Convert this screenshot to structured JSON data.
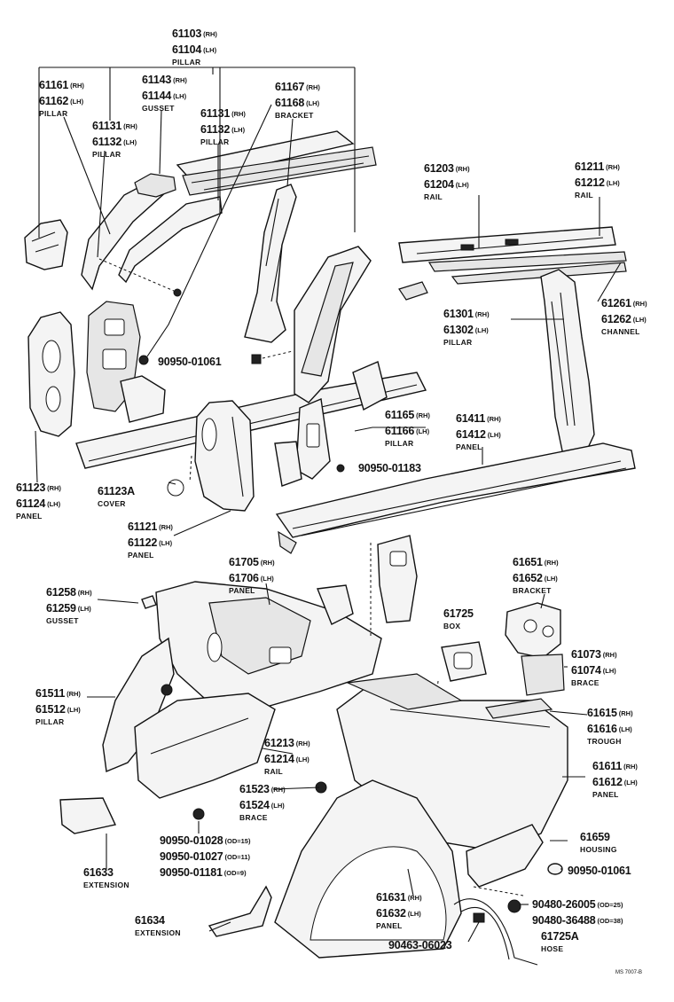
{
  "labels": [
    {
      "id": "p61103",
      "lines": [
        {
          "num": "61103",
          "side": "(RH)"
        },
        {
          "num": "61104",
          "side": "(LH)"
        }
      ],
      "name": "PILLAR"
    },
    {
      "id": "p61161",
      "lines": [
        {
          "num": "61161",
          "side": "(RH)"
        },
        {
          "num": "61162",
          "side": "(LH)"
        }
      ],
      "name": "PILLAR"
    },
    {
      "id": "p61143",
      "lines": [
        {
          "num": "61143",
          "side": "(RH)"
        },
        {
          "num": "61144",
          "side": "(LH)"
        }
      ],
      "name": "GUSSET"
    },
    {
      "id": "p61167",
      "lines": [
        {
          "num": "61167",
          "side": "(RH)"
        },
        {
          "num": "61168",
          "side": "(LH)"
        }
      ],
      "name": "BRACKET"
    },
    {
      "id": "p61131a",
      "lines": [
        {
          "num": "61131",
          "side": "(RH)"
        },
        {
          "num": "61132",
          "side": "(LH)"
        }
      ],
      "name": "PILLAR"
    },
    {
      "id": "p61131b",
      "lines": [
        {
          "num": "61131",
          "side": "(RH)"
        },
        {
          "num": "61132",
          "side": "(LH)"
        }
      ],
      "name": "PILLAR"
    },
    {
      "id": "p61203",
      "lines": [
        {
          "num": "61203",
          "side": "(RH)"
        },
        {
          "num": "61204",
          "side": "(LH)"
        }
      ],
      "name": "RAIL"
    },
    {
      "id": "p61211",
      "lines": [
        {
          "num": "61211",
          "side": "(RH)"
        },
        {
          "num": "61212",
          "side": "(LH)"
        }
      ],
      "name": "RAIL"
    },
    {
      "id": "p61261",
      "lines": [
        {
          "num": "61261",
          "side": "(RH)"
        },
        {
          "num": "61262",
          "side": "(LH)"
        }
      ],
      "name": "CHANNEL"
    },
    {
      "id": "p61301",
      "lines": [
        {
          "num": "61301",
          "side": "(RH)"
        },
        {
          "num": "61302",
          "side": "(LH)"
        }
      ],
      "name": "PILLAR"
    },
    {
      "id": "p90950_01061a",
      "lines": [
        {
          "num": "90950-01061",
          "side": ""
        }
      ],
      "name": ""
    },
    {
      "id": "p61165",
      "lines": [
        {
          "num": "61165",
          "side": "(RH)"
        },
        {
          "num": "61166",
          "side": "(LH)"
        }
      ],
      "name": "PILLAR"
    },
    {
      "id": "p61411",
      "lines": [
        {
          "num": "61411",
          "side": "(RH)"
        },
        {
          "num": "61412",
          "side": "(LH)"
        }
      ],
      "name": "PANEL"
    },
    {
      "id": "p90950_01183",
      "lines": [
        {
          "num": "90950-01183",
          "side": ""
        }
      ],
      "name": ""
    },
    {
      "id": "p61123",
      "lines": [
        {
          "num": "61123",
          "side": "(RH)"
        },
        {
          "num": "61124",
          "side": "(LH)"
        }
      ],
      "name": "PANEL"
    },
    {
      "id": "p61123A",
      "lines": [
        {
          "num": "61123A",
          "side": ""
        }
      ],
      "name": "COVER"
    },
    {
      "id": "p61121",
      "lines": [
        {
          "num": "61121",
          "side": "(RH)"
        },
        {
          "num": "61122",
          "side": "(LH)"
        }
      ],
      "name": "PANEL"
    },
    {
      "id": "p61705",
      "lines": [
        {
          "num": "61705",
          "side": "(RH)"
        },
        {
          "num": "61706",
          "side": "(LH)"
        }
      ],
      "name": "PANEL"
    },
    {
      "id": "p61651",
      "lines": [
        {
          "num": "61651",
          "side": "(RH)"
        },
        {
          "num": "61652",
          "side": "(LH)"
        }
      ],
      "name": "BRACKET"
    },
    {
      "id": "p61258",
      "lines": [
        {
          "num": "61258",
          "side": "(RH)"
        },
        {
          "num": "61259",
          "side": "(LH)"
        }
      ],
      "name": "GUSSET"
    },
    {
      "id": "p61725",
      "lines": [
        {
          "num": "61725",
          "side": ""
        }
      ],
      "name": "BOX"
    },
    {
      "id": "p61073",
      "lines": [
        {
          "num": "61073",
          "side": "(RH)"
        },
        {
          "num": "61074",
          "side": "(LH)"
        }
      ],
      "name": "BRACE"
    },
    {
      "id": "p61511",
      "lines": [
        {
          "num": "61511",
          "side": "(RH)"
        },
        {
          "num": "61512",
          "side": "(LH)"
        }
      ],
      "name": "PILLAR"
    },
    {
      "id": "p61615",
      "lines": [
        {
          "num": "61615",
          "side": "(RH)"
        },
        {
          "num": "61616",
          "side": "(LH)"
        }
      ],
      "name": "TROUGH"
    },
    {
      "id": "p61213",
      "lines": [
        {
          "num": "61213",
          "side": "(RH)"
        },
        {
          "num": "61214",
          "side": "(LH)"
        }
      ],
      "name": "RAIL"
    },
    {
      "id": "p61611",
      "lines": [
        {
          "num": "61611",
          "side": "(RH)"
        },
        {
          "num": "61612",
          "side": "(LH)"
        }
      ],
      "name": "PANEL"
    },
    {
      "id": "p61523",
      "lines": [
        {
          "num": "61523",
          "side": "(RH)"
        },
        {
          "num": "61524",
          "side": "(LH)"
        }
      ],
      "name": "BRACE"
    },
    {
      "id": "p90950_01028",
      "lines": [
        {
          "num": "90950-01028",
          "side": "(OD=15)"
        },
        {
          "num": "90950-01027",
          "side": "(OD=11)"
        },
        {
          "num": "90950-01181",
          "side": "(OD=9)"
        }
      ],
      "name": ""
    },
    {
      "id": "p61659",
      "lines": [
        {
          "num": "61659",
          "side": ""
        }
      ],
      "name": "HOUSING"
    },
    {
      "id": "p90950_01061b",
      "lines": [
        {
          "num": "90950-01061",
          "side": ""
        }
      ],
      "name": ""
    },
    {
      "id": "p61633",
      "lines": [
        {
          "num": "61633",
          "side": ""
        }
      ],
      "name": "EXTENSION"
    },
    {
      "id": "p61631",
      "lines": [
        {
          "num": "61631",
          "side": "(RH)"
        },
        {
          "num": "61632",
          "side": "(LH)"
        }
      ],
      "name": "PANEL"
    },
    {
      "id": "p90480",
      "lines": [
        {
          "num": "90480-26005",
          "side": "(OD=25)"
        },
        {
          "num": "90480-36488",
          "side": "(OD=38)"
        }
      ],
      "name": ""
    },
    {
      "id": "p61634",
      "lines": [
        {
          "num": "61634",
          "side": ""
        }
      ],
      "name": "EXTENSION"
    },
    {
      "id": "p90463",
      "lines": [
        {
          "num": "90463-06023",
          "side": ""
        }
      ],
      "name": ""
    },
    {
      "id": "p61725A",
      "lines": [
        {
          "num": "61725A",
          "side": ""
        }
      ],
      "name": "HOSE"
    }
  ],
  "drawing_code": "MS 7007-B"
}
